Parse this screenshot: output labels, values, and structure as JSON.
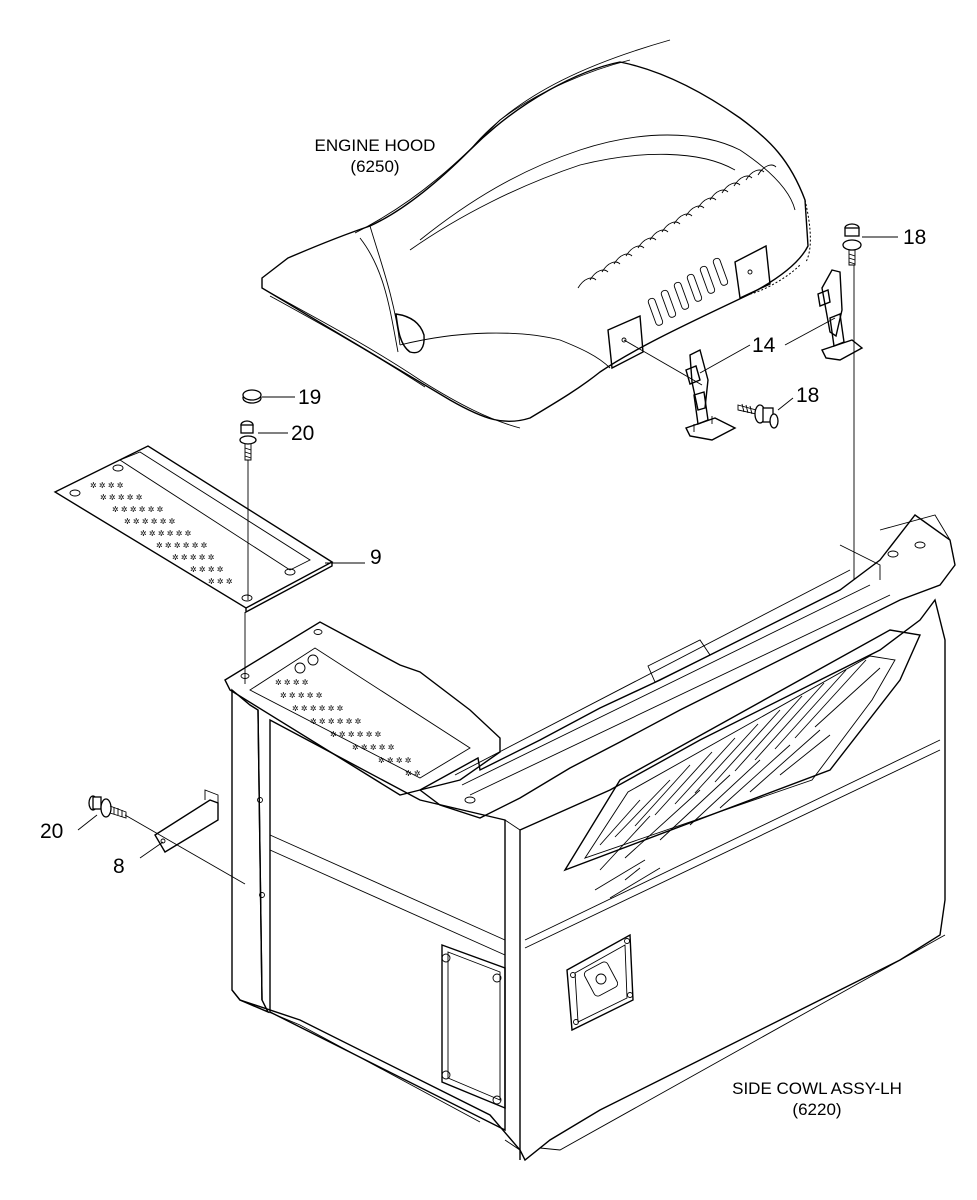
{
  "labels": {
    "engine_hood_name": "ENGINE HOOD",
    "engine_hood_code": "(6250)",
    "side_cowl_name": "SIDE COWL ASSY-LH",
    "side_cowl_code": "(6220)"
  },
  "callouts": {
    "c18_top": "18",
    "c14": "14",
    "c18_mid": "18",
    "c19": "19",
    "c20_top": "20",
    "c9": "9",
    "c20_left": "20",
    "c8": "8"
  }
}
